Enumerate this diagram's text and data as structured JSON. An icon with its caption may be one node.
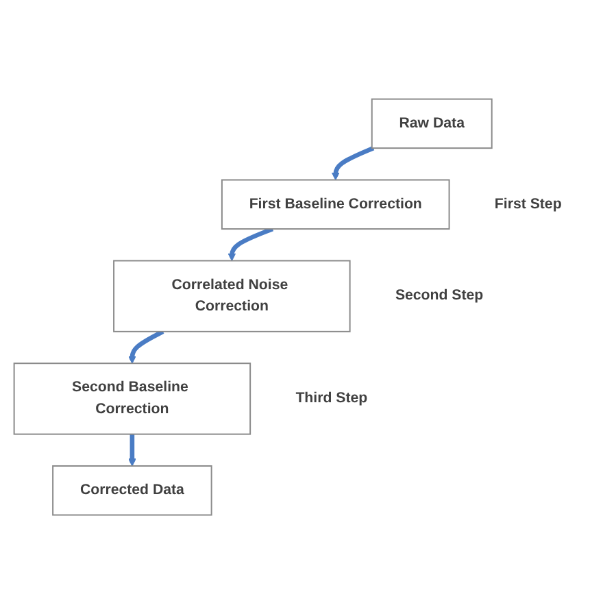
{
  "diagram": {
    "nodes": [
      {
        "text": [
          "Raw Data"
        ]
      },
      {
        "text": [
          "First Baseline Correction"
        ],
        "beside": [
          "First Step"
        ]
      },
      {
        "text": [
          "Correlated Noise Correction"
        ],
        "beside": [
          "Second Step"
        ]
      },
      {
        "text": [
          "Second Baseline Correction"
        ],
        "beside": [
          "Third Step"
        ]
      },
      {
        "text": [
          "Corrected Data"
        ]
      }
    ],
    "edges": [
      {
        "from": 0,
        "to": 1,
        "arrow": "to"
      },
      {
        "from": 1,
        "to": 2,
        "arrow": "to"
      },
      {
        "from": 2,
        "to": 3,
        "arrow": "to"
      },
      {
        "from": 3,
        "to": 4,
        "arrow": "to"
      }
    ]
  }
}
